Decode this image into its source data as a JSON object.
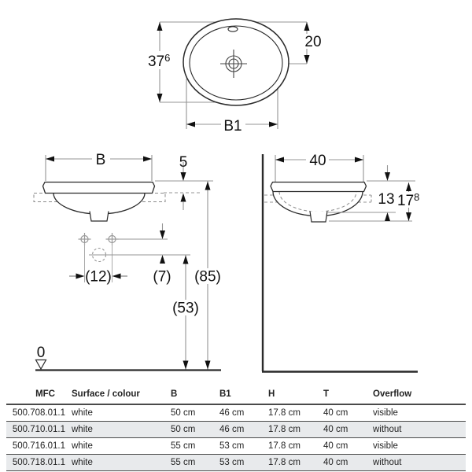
{
  "colors": {
    "outline": "#2a2a2a",
    "aux_gray": "#949494",
    "row_alt_background": "#e8eaec",
    "table_border": "#4a4a4a"
  },
  "drawing": {
    "top_view": {
      "height_dim": "37",
      "height_dim_sup": "6",
      "drain_offset_dim": "20",
      "width_dim": "B1"
    },
    "front_view": {
      "width_dim": "B",
      "rim_above_counter_dim": "5",
      "connection_spacing_dim": "(12)",
      "drain_offset_dim": "(7)",
      "rim_height_dim": "(85)",
      "drain_height_dim": "(53)",
      "datum_level": "0"
    },
    "side_view": {
      "depth_dim": "40",
      "inner_depth_dim": "13",
      "total_depth_dim": "17",
      "total_depth_dim_sup": "8"
    }
  },
  "table": {
    "columns": [
      "MFC",
      "Surface / colour",
      "B",
      "B1",
      "H",
      "T",
      "Overflow"
    ],
    "rows": [
      [
        "500.708.01.1",
        "white",
        "50 cm",
        "46 cm",
        "17.8 cm",
        "40 cm",
        "visible"
      ],
      [
        "500.710.01.1",
        "white",
        "50 cm",
        "46 cm",
        "17.8 cm",
        "40 cm",
        "without"
      ],
      [
        "500.716.01.1",
        "white",
        "55 cm",
        "53 cm",
        "17.8 cm",
        "40 cm",
        "visible"
      ],
      [
        "500.718.01.1",
        "white",
        "55 cm",
        "53 cm",
        "17.8 cm",
        "40 cm",
        "without"
      ]
    ]
  }
}
